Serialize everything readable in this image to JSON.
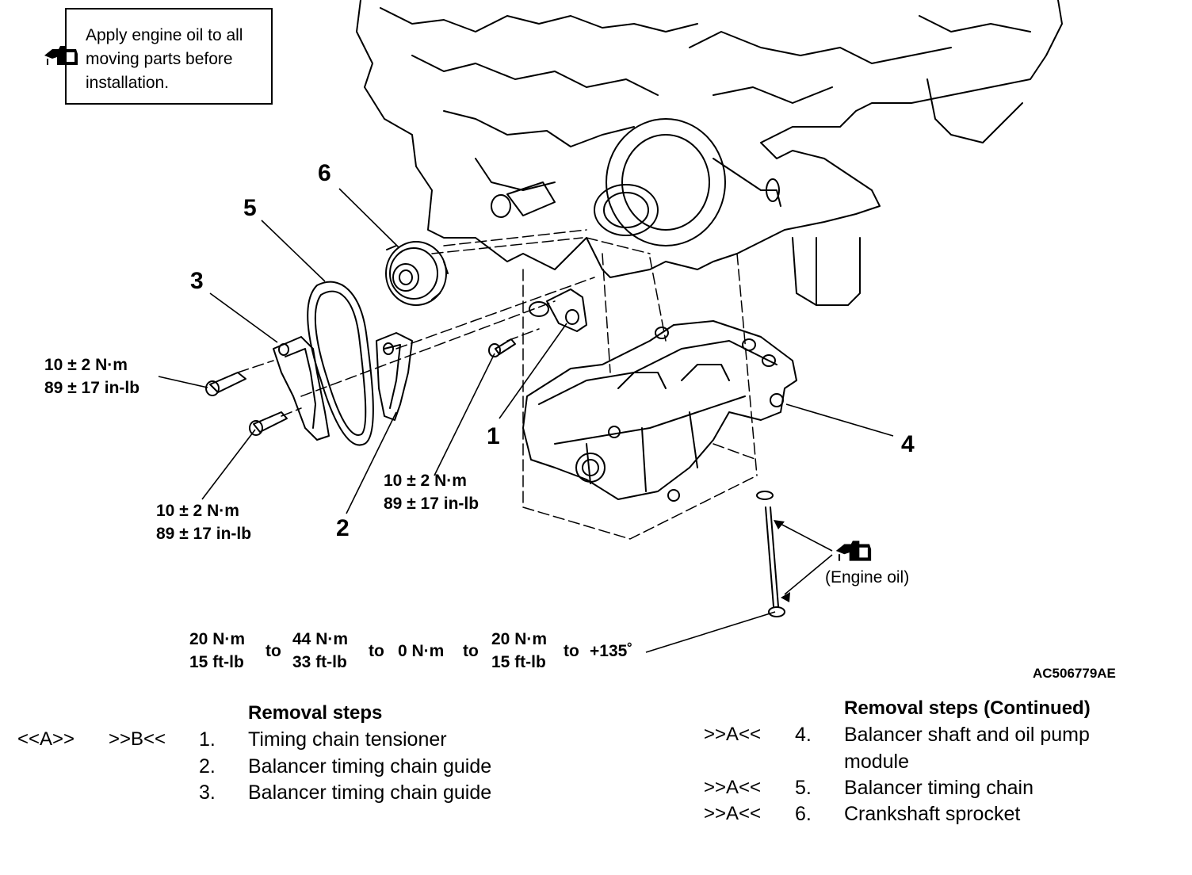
{
  "note": {
    "lines": [
      "Apply engine oil to all",
      "moving parts before",
      "installation."
    ],
    "icon": "oil-can-icon"
  },
  "callouts": {
    "c1": "1",
    "c2": "2",
    "c3": "3",
    "c4": "4",
    "c5": "5",
    "c6": "6"
  },
  "torques": {
    "t_left_upper": {
      "metric": "10 ± 2 N·m",
      "imperial": "89 ± 17 in-lb"
    },
    "t_left_lower": {
      "metric": "10 ± 2 N·m",
      "imperial": "89 ± 17 in-lb"
    },
    "t_center": {
      "metric": "10 ± 2 N·m",
      "imperial": "89 ± 17 in-lb"
    }
  },
  "bolt_sequence": {
    "s1_metric": "20 N·m",
    "s1_imperial": "15 ft-lb",
    "to1": "to",
    "s2_metric": "44 N·m",
    "s2_imperial": "33 ft-lb",
    "to2": "to",
    "s3": "0 N·m",
    "to3": "to",
    "s4_metric": "20 N·m",
    "s4_imperial": "15 ft-lb",
    "to4": "to",
    "s5": "+135˚"
  },
  "engine_oil_label": "(Engine oil)",
  "figure_code": "AC506779AE",
  "removal_left": {
    "heading": "Removal steps",
    "steps": [
      {
        "refs": [
          "<<A>>",
          ">>B<<"
        ],
        "num": "1.",
        "text": "Timing chain tensioner"
      },
      {
        "refs": [],
        "num": "2.",
        "text": "Balancer timing chain guide"
      },
      {
        "refs": [],
        "num": "3.",
        "text": "Balancer timing chain guide"
      }
    ]
  },
  "removal_right": {
    "heading": "Removal steps (Continued)",
    "steps": [
      {
        "refs": [
          ">>A<<"
        ],
        "num": "4.",
        "text": "Balancer shaft and oil pump",
        "text2": "module"
      },
      {
        "refs": [
          ">>A<<"
        ],
        "num": "5.",
        "text": "Balancer timing chain"
      },
      {
        "refs": [
          ">>A<<"
        ],
        "num": "6.",
        "text": "Crankshaft sprocket"
      }
    ]
  }
}
